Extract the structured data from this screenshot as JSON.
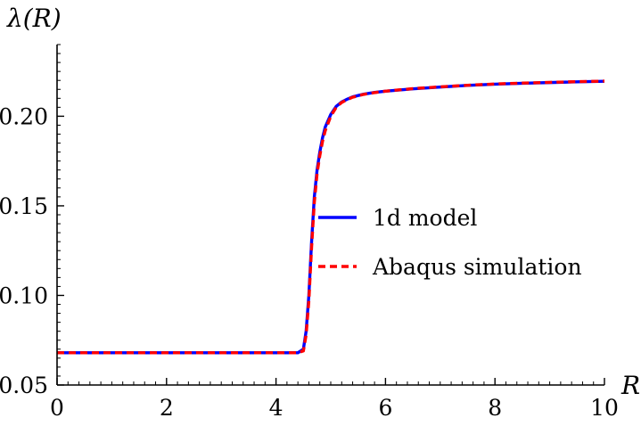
{
  "chart_data": {
    "type": "line",
    "title": "",
    "xlabel": "R",
    "ylabel": "λ(R)",
    "xlim": [
      0,
      10
    ],
    "ylim": [
      0.05,
      0.24
    ],
    "x_ticks": [
      0,
      2,
      4,
      6,
      8,
      10
    ],
    "x_tick_labels": [
      "0",
      "2",
      "4",
      "6",
      "8",
      "10"
    ],
    "y_ticks": [
      0.05,
      0.1,
      0.15,
      0.2
    ],
    "y_tick_labels": [
      "0.05",
      "0.10",
      "0.15",
      "0.20"
    ],
    "grid": false,
    "legend_position": "center-right",
    "x": [
      0,
      0.5,
      1,
      1.5,
      2,
      2.5,
      3,
      3.5,
      4,
      4.4,
      4.5,
      4.55,
      4.6,
      4.65,
      4.7,
      4.75,
      4.8,
      4.85,
      4.9,
      5.0,
      5.1,
      5.2,
      5.3,
      5.4,
      5.6,
      5.8,
      6,
      6.5,
      7,
      7.5,
      8,
      8.5,
      9,
      9.5,
      10
    ],
    "series": [
      {
        "name": "1d model",
        "color": "#0000ff",
        "style": "solid",
        "values": [
          0.068,
          0.068,
          0.068,
          0.068,
          0.068,
          0.068,
          0.068,
          0.068,
          0.068,
          0.068,
          0.07,
          0.08,
          0.1,
          0.13,
          0.155,
          0.17,
          0.18,
          0.188,
          0.194,
          0.201,
          0.2055,
          0.208,
          0.2095,
          0.2108,
          0.2123,
          0.2133,
          0.214,
          0.2153,
          0.2163,
          0.2172,
          0.2179,
          0.2184,
          0.2188,
          0.2192,
          0.2195
        ]
      },
      {
        "name": "Abaqus simulation",
        "color": "#ff0000",
        "style": "dashed",
        "values": [
          0.068,
          0.068,
          0.068,
          0.068,
          0.068,
          0.068,
          0.068,
          0.068,
          0.068,
          0.068,
          0.069,
          0.078,
          0.097,
          0.127,
          0.152,
          0.168,
          0.178,
          0.186,
          0.192,
          0.2,
          0.205,
          0.2077,
          0.2093,
          0.2106,
          0.2122,
          0.2132,
          0.214,
          0.2154,
          0.2164,
          0.2173,
          0.218,
          0.2185,
          0.2189,
          0.2193,
          0.2196
        ]
      }
    ]
  }
}
